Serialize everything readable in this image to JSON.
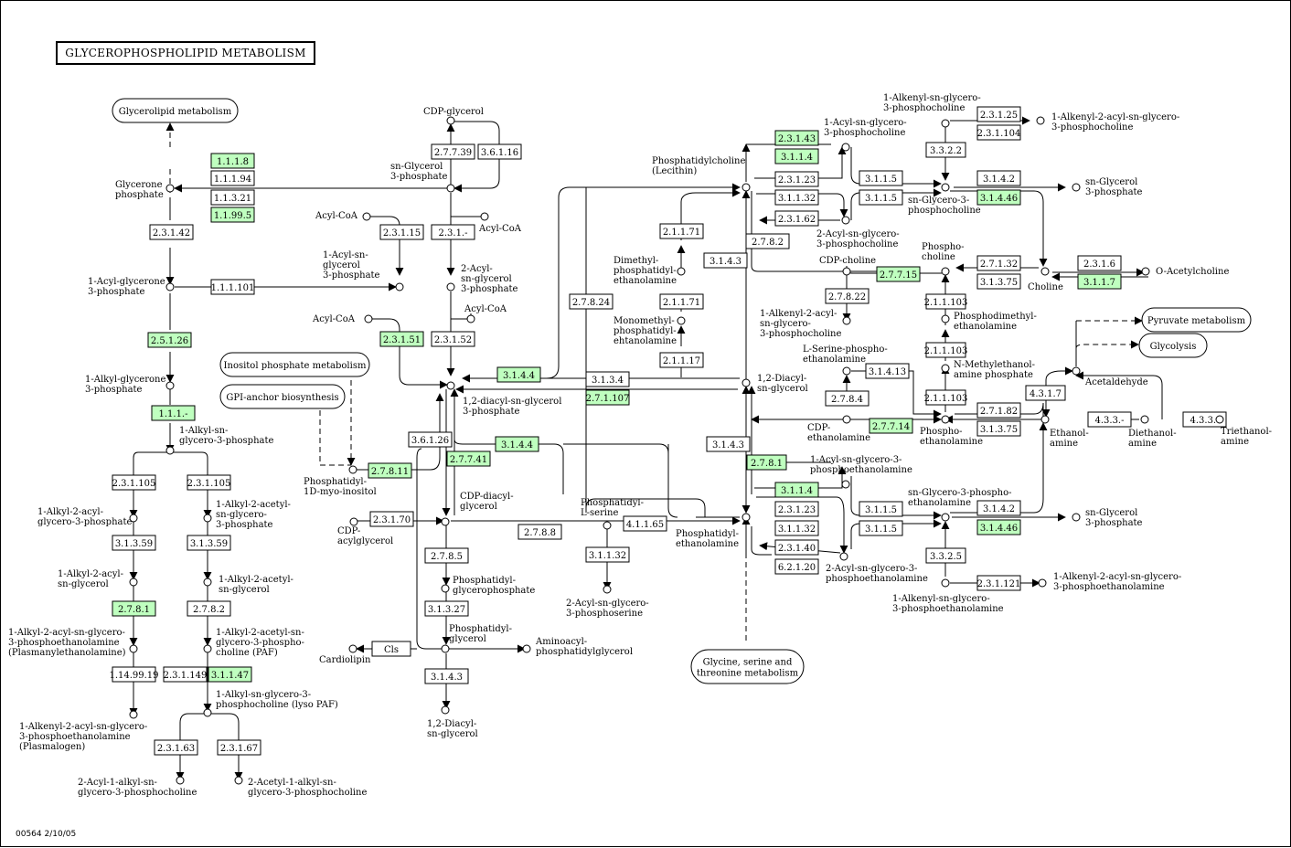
{
  "title": "GLYCEROPHOSPHOLIPID METABOLISM",
  "footer": "00564 2/10/05",
  "colors": {
    "highlight": "#bfffbf",
    "line": "#000000",
    "background": "#ffffff"
  },
  "enzymes": [
    {
      "id": "e1",
      "label": "1.1.1.8",
      "hl": true
    },
    {
      "id": "e2",
      "label": "1.1.1.94",
      "hl": false
    },
    {
      "id": "e3",
      "label": "1.1.3.21",
      "hl": false
    },
    {
      "id": "e4",
      "label": "1.1.99.5",
      "hl": true
    },
    {
      "id": "e5",
      "label": "2.3.1.42",
      "hl": false
    },
    {
      "id": "e6",
      "label": "1.1.1.101",
      "hl": false
    },
    {
      "id": "e7",
      "label": "2.5.1.26",
      "hl": true
    },
    {
      "id": "e8",
      "label": "1.1.1.-",
      "hl": true
    },
    {
      "id": "e9",
      "label": "2.3.1.105",
      "hl": false
    },
    {
      "id": "e10",
      "label": "2.3.1.105",
      "hl": false
    },
    {
      "id": "e11",
      "label": "3.1.3.59",
      "hl": false
    },
    {
      "id": "e12",
      "label": "3.1.3.59",
      "hl": false
    },
    {
      "id": "e13",
      "label": "2.7.8.1",
      "hl": true
    },
    {
      "id": "e14",
      "label": "2.7.8.2",
      "hl": false
    },
    {
      "id": "e15",
      "label": "1.14.99.19",
      "hl": false
    },
    {
      "id": "e16",
      "label": "2.3.1.149",
      "hl": false
    },
    {
      "id": "e17",
      "label": "3.1.1.47",
      "hl": true
    },
    {
      "id": "e18",
      "label": "2.3.1.63",
      "hl": false
    },
    {
      "id": "e19",
      "label": "2.3.1.67",
      "hl": false
    },
    {
      "id": "e20",
      "label": "2.7.7.39",
      "hl": false
    },
    {
      "id": "e21",
      "label": "3.6.1.16",
      "hl": false
    },
    {
      "id": "e22",
      "label": "2.3.1.15",
      "hl": false
    },
    {
      "id": "e23",
      "label": "2.3.1.-",
      "hl": false
    },
    {
      "id": "e24",
      "label": "2.3.1.51",
      "hl": true
    },
    {
      "id": "e25",
      "label": "2.3.1.52",
      "hl": false
    },
    {
      "id": "e26",
      "label": "3.1.4.4",
      "hl": true
    },
    {
      "id": "e27",
      "label": "3.6.1.26",
      "hl": false
    },
    {
      "id": "e28",
      "label": "2.7.7.41",
      "hl": true
    },
    {
      "id": "e29",
      "label": "2.7.8.11",
      "hl": true
    },
    {
      "id": "e30",
      "label": "3.1.4.4",
      "hl": true
    },
    {
      "id": "e31",
      "label": "2.3.1.70",
      "hl": false
    },
    {
      "id": "e32",
      "label": "2.7.8.5",
      "hl": false
    },
    {
      "id": "e33",
      "label": "3.1.3.27",
      "hl": false
    },
    {
      "id": "e34",
      "label": "Cls",
      "hl": false
    },
    {
      "id": "e35",
      "label": "3.1.4.3",
      "hl": false
    },
    {
      "id": "e36",
      "label": "2.7.8.8",
      "hl": false
    },
    {
      "id": "e37",
      "label": "4.1.1.65",
      "hl": false
    },
    {
      "id": "e38",
      "label": "3.1.1.32",
      "hl": false
    },
    {
      "id": "e39",
      "label": "2.7.8.24",
      "hl": false
    },
    {
      "id": "e40",
      "label": "3.1.3.4",
      "hl": false
    },
    {
      "id": "e41",
      "label": "2.7.1.107",
      "hl": true
    },
    {
      "id": "e42",
      "label": "2.1.1.71",
      "hl": false
    },
    {
      "id": "e43",
      "label": "2.1.1.71",
      "hl": false
    },
    {
      "id": "e44",
      "label": "2.1.1.17",
      "hl": false
    },
    {
      "id": "e45",
      "label": "3.1.4.3",
      "hl": false
    },
    {
      "id": "e46",
      "label": "2.7.8.2",
      "hl": false
    },
    {
      "id": "e47",
      "label": "3.1.4.3",
      "hl": false
    },
    {
      "id": "e48",
      "label": "2.7.8.1",
      "hl": true
    },
    {
      "id": "e49",
      "label": "2.3.1.43",
      "hl": true
    },
    {
      "id": "e50",
      "label": "3.1.1.4",
      "hl": true
    },
    {
      "id": "e51",
      "label": "2.3.1.23",
      "hl": false
    },
    {
      "id": "e52",
      "label": "3.1.1.32",
      "hl": false
    },
    {
      "id": "e53",
      "label": "2.3.1.62",
      "hl": false
    },
    {
      "id": "e54",
      "label": "3.1.1.5",
      "hl": false
    },
    {
      "id": "e55",
      "label": "3.1.1.5",
      "hl": false
    },
    {
      "id": "e56",
      "label": "3.3.2.2",
      "hl": false
    },
    {
      "id": "e57",
      "label": "2.3.1.25",
      "hl": false
    },
    {
      "id": "e58",
      "label": "2.3.1.104",
      "hl": false
    },
    {
      "id": "e59",
      "label": "3.1.4.2",
      "hl": false
    },
    {
      "id": "e60",
      "label": "3.1.4.46",
      "hl": true
    },
    {
      "id": "e61",
      "label": "2.7.7.15",
      "hl": true
    },
    {
      "id": "e62",
      "label": "2.7.8.22",
      "hl": false
    },
    {
      "id": "e63",
      "label": "2.7.1.32",
      "hl": false
    },
    {
      "id": "e64",
      "label": "3.1.3.75",
      "hl": false
    },
    {
      "id": "e65",
      "label": "2.3.1.6",
      "hl": false
    },
    {
      "id": "e66",
      "label": "3.1.1.7",
      "hl": true
    },
    {
      "id": "e67",
      "label": "2.1.1.103",
      "hl": false
    },
    {
      "id": "e68",
      "label": "2.1.1.103",
      "hl": false
    },
    {
      "id": "e69",
      "label": "2.1.1.103",
      "hl": false
    },
    {
      "id": "e70",
      "label": "3.1.4.13",
      "hl": false
    },
    {
      "id": "e71",
      "label": "2.7.8.4",
      "hl": false
    },
    {
      "id": "e72",
      "label": "2.7.7.14",
      "hl": true
    },
    {
      "id": "e73",
      "label": "2.7.1.82",
      "hl": false
    },
    {
      "id": "e74",
      "label": "3.1.3.75",
      "hl": false
    },
    {
      "id": "e75",
      "label": "4.3.1.7",
      "hl": false
    },
    {
      "id": "e76",
      "label": "4.3.3.-",
      "hl": false
    },
    {
      "id": "e77",
      "label": "4.3.3.-",
      "hl": false
    },
    {
      "id": "e78",
      "label": "3.1.1.4",
      "hl": true
    },
    {
      "id": "e79",
      "label": "2.3.1.23",
      "hl": false
    },
    {
      "id": "e80",
      "label": "3.1.1.32",
      "hl": false
    },
    {
      "id": "e81",
      "label": "2.3.1.40",
      "hl": false
    },
    {
      "id": "e82",
      "label": "6.2.1.20",
      "hl": false
    },
    {
      "id": "e83",
      "label": "3.1.1.5",
      "hl": false
    },
    {
      "id": "e84",
      "label": "3.1.1.5",
      "hl": false
    },
    {
      "id": "e85",
      "label": "3.1.4.2",
      "hl": false
    },
    {
      "id": "e86",
      "label": "3.1.4.46",
      "hl": true
    },
    {
      "id": "e87",
      "label": "3.3.2.5",
      "hl": false
    },
    {
      "id": "e88",
      "label": "2.3.1.121",
      "hl": false
    }
  ],
  "compounds": [
    {
      "id": "c1",
      "lines": [
        "Glycerone",
        "phosphate"
      ]
    },
    {
      "id": "c2",
      "lines": [
        "1-Acyl-glycerone",
        "3-phosphate"
      ]
    },
    {
      "id": "c3",
      "lines": [
        "1-Alkyl-glycerone",
        "3-phosphate"
      ]
    },
    {
      "id": "c4",
      "lines": [
        "1-Alkyl-sn-",
        "glycero-3-phosphate"
      ]
    },
    {
      "id": "c5",
      "lines": [
        "1-Alkyl-2-acyl-",
        "glycero-3-phosphate"
      ]
    },
    {
      "id": "c6",
      "lines": [
        "1-Alkyl-2-acetyl-",
        "sn-glycero-",
        "3-phosphate"
      ]
    },
    {
      "id": "c7",
      "lines": [
        "1-Alkyl-2-acyl-",
        "sn-glycerol"
      ]
    },
    {
      "id": "c8",
      "lines": [
        "1-Alkyl-2-acetyl-",
        "sn-glycerol"
      ]
    },
    {
      "id": "c9",
      "lines": [
        "1-Alkyl-2-acyl-sn-glycero-",
        "3-phosphoethanolamine",
        "(Plasmanylethanolamine)"
      ]
    },
    {
      "id": "c10",
      "lines": [
        "1-Alkyl-2-acetyl-sn-",
        "glycero-3-phospho-",
        "choline (PAF)"
      ]
    },
    {
      "id": "c11",
      "lines": [
        "1-Alkyl-sn-glycero-3-",
        "phosphocholine (lyso PAF)"
      ]
    },
    {
      "id": "c12",
      "lines": [
        "1-Alkenyl-2-acyl-sn-glycero-",
        "3-phosphoethanolamine",
        "(Plasmalogen)"
      ]
    },
    {
      "id": "c13",
      "lines": [
        "2-Acyl-1-alkyl-sn-",
        "glycero-3-phosphocholine"
      ]
    },
    {
      "id": "c14",
      "lines": [
        "2-Acetyl-1-alkyl-sn-",
        "glycero-3-phosphocholine"
      ]
    },
    {
      "id": "c15",
      "lines": [
        "CDP-glycerol"
      ]
    },
    {
      "id": "c16",
      "lines": [
        "sn-Glycerol",
        "3-phosphate"
      ]
    },
    {
      "id": "c17",
      "lines": [
        "Acyl-CoA"
      ]
    },
    {
      "id": "c18",
      "lines": [
        "Acyl-CoA"
      ]
    },
    {
      "id": "c19",
      "lines": [
        "1-Acyl-sn-",
        "glycerol",
        "3-phosphate"
      ]
    },
    {
      "id": "c20",
      "lines": [
        "2-Acyl-",
        "sn-glycerol",
        "3-phosphate"
      ]
    },
    {
      "id": "c21",
      "lines": [
        "Acyl-CoA"
      ]
    },
    {
      "id": "c22",
      "lines": [
        "Acyl-CoA"
      ]
    },
    {
      "id": "c23",
      "lines": [
        "1,2-diacyl-sn-glycerol",
        "3-phosphate"
      ]
    },
    {
      "id": "c24",
      "lines": [
        "Phosphatidyl-",
        "1D-myo-inositol"
      ]
    },
    {
      "id": "c25",
      "lines": [
        "CDP-diacyl-",
        "glycerol"
      ]
    },
    {
      "id": "c26",
      "lines": [
        "CDP-",
        "acylglycerol"
      ]
    },
    {
      "id": "c27",
      "lines": [
        "Phosphatidyl-",
        "glycerophosphate"
      ]
    },
    {
      "id": "c28",
      "lines": [
        "Phosphatidyl-",
        "glycerol"
      ]
    },
    {
      "id": "c29",
      "lines": [
        "Cardiolipin"
      ]
    },
    {
      "id": "c30",
      "lines": [
        "Aminoacyl-",
        "phosphatidylglycerol"
      ]
    },
    {
      "id": "c31",
      "lines": [
        "1,2-Diacyl-",
        "sn-glycerol"
      ]
    },
    {
      "id": "c32",
      "lines": [
        "Phosphatidyl-",
        "L-serine"
      ]
    },
    {
      "id": "c33",
      "lines": [
        "2-Acyl-sn-glycero-",
        "3-phosphoserine"
      ]
    },
    {
      "id": "c34",
      "lines": [
        "Phosphatidylcholine",
        "(Lecithin)"
      ]
    },
    {
      "id": "c35",
      "lines": [
        "Dimethyl-",
        "phosphatidyl-",
        "ethanolamine"
      ]
    },
    {
      "id": "c36",
      "lines": [
        "Monomethyl-",
        "phosphatidyl-",
        "ehtanolamine"
      ]
    },
    {
      "id": "c37",
      "lines": [
        "1,2-Diacyl-",
        "sn-glycerol"
      ]
    },
    {
      "id": "c38",
      "lines": [
        "Phosphatidyl-",
        "ethanolamine"
      ]
    },
    {
      "id": "c39",
      "lines": [
        "1-Acyl-sn-glycero-",
        "3-phosphocholine"
      ]
    },
    {
      "id": "c40",
      "lines": [
        "2-Acyl-sn-glycero-",
        "3-phosphocholine"
      ]
    },
    {
      "id": "c41",
      "lines": [
        "1-Alkenyl-sn-glycero-",
        "3-phosphocholine"
      ]
    },
    {
      "id": "c42",
      "lines": [
        "1-Alkenyl-2-acyl-sn-glycero-",
        "3-phosphocholine"
      ]
    },
    {
      "id": "c43",
      "lines": [
        "sn-Glycero-3-",
        "phosphocholine"
      ]
    },
    {
      "id": "c44",
      "lines": [
        "sn-Glycerol",
        "3-phosphate"
      ]
    },
    {
      "id": "c45",
      "lines": [
        "CDP-choline"
      ]
    },
    {
      "id": "c46",
      "lines": [
        "Phospho-",
        "choline"
      ]
    },
    {
      "id": "c47",
      "lines": [
        "Choline"
      ]
    },
    {
      "id": "c48",
      "lines": [
        "O-Acetylcholine"
      ]
    },
    {
      "id": "c49",
      "lines": [
        "1-Alkenyl-2-acyl-",
        "sn-glycero-",
        "3-phosphocholine"
      ]
    },
    {
      "id": "c50",
      "lines": [
        "Phosphodimethyl-",
        "ethanolamine"
      ]
    },
    {
      "id": "c51",
      "lines": [
        "N-Methylethanol-",
        "amine phosphate"
      ]
    },
    {
      "id": "c52",
      "lines": [
        "L-Serine-phospho-",
        "ethanolamine"
      ]
    },
    {
      "id": "c53",
      "lines": [
        "CDP-",
        "ethanolamine"
      ]
    },
    {
      "id": "c54",
      "lines": [
        "Phospho-",
        "ethanolamine"
      ]
    },
    {
      "id": "c55",
      "lines": [
        "Ethanol-",
        "amine"
      ]
    },
    {
      "id": "c56",
      "lines": [
        "Acetaldehyde"
      ]
    },
    {
      "id": "c57",
      "lines": [
        "Diethanol-",
        "amine"
      ]
    },
    {
      "id": "c58",
      "lines": [
        "Triethanol-",
        "amine"
      ]
    },
    {
      "id": "c59",
      "lines": [
        "1-Acyl-sn-glycero-3-",
        "phosphoethanolamine"
      ]
    },
    {
      "id": "c60",
      "lines": [
        "2-Acyl-sn-glycero-3-",
        "phosphoethanolamine"
      ]
    },
    {
      "id": "c61",
      "lines": [
        "sn-Glycero-3-phospho-",
        "ethanolamine"
      ]
    },
    {
      "id": "c62",
      "lines": [
        "sn-Glycerol",
        "3-phosphate"
      ]
    },
    {
      "id": "c63",
      "lines": [
        "1-Alkenyl-sn-glycero-",
        "3-phosphoethanolamine"
      ]
    },
    {
      "id": "c64",
      "lines": [
        "1-Alkenyl-2-acyl-sn-glycero-",
        "3-phosphoethanolamine"
      ]
    }
  ],
  "pathways": [
    {
      "id": "p1",
      "label": "Glycerolipid metabolism"
    },
    {
      "id": "p2",
      "label": "Inositol phosphate metabolism"
    },
    {
      "id": "p3",
      "label": "GPI-anchor biosynthesis"
    },
    {
      "id": "p4",
      "lines": [
        "Glycine, serine and",
        "threonine metabolism"
      ]
    },
    {
      "id": "p5",
      "label": "Pyruvate metabolism"
    },
    {
      "id": "p6",
      "label": "Glycolysis"
    }
  ]
}
